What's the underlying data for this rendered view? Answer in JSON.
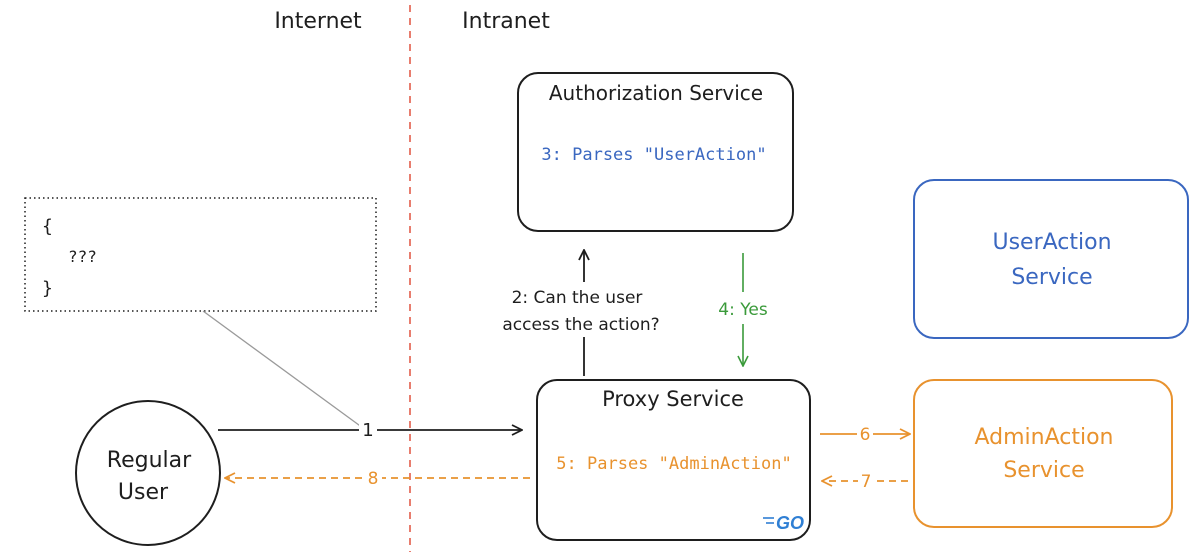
{
  "zones": {
    "internet": "Internet",
    "intranet": "Intranet"
  },
  "payload": {
    "open_brace": "{",
    "content": "???",
    "close_brace": "}"
  },
  "user": {
    "line1": "Regular",
    "line2": "User"
  },
  "auth_service": {
    "title": "Authorization Service",
    "note": "3: Parses \"UserAction\""
  },
  "proxy_service": {
    "title": "Proxy Service",
    "note": "5: Parses \"AdminAction\"",
    "logo_text": "GO"
  },
  "useraction_service": {
    "line1": "UserAction",
    "line2": "Service"
  },
  "adminaction_service": {
    "line1": "AdminAction",
    "line2": "Service"
  },
  "steps": {
    "s1": "1",
    "s2_line1": "2: Can the user",
    "s2_line2": "access the action?",
    "s4": "4: Yes",
    "s6": "6",
    "s7": "7",
    "s8": "8"
  },
  "colors": {
    "black": "#1e1e1e",
    "blue": "#3a67c0",
    "green": "#3a9a3a",
    "orange": "#e8922e",
    "red_divider": "#e0523e",
    "gray": "#9a9a9a",
    "go_blue": "#2f7fd4"
  }
}
